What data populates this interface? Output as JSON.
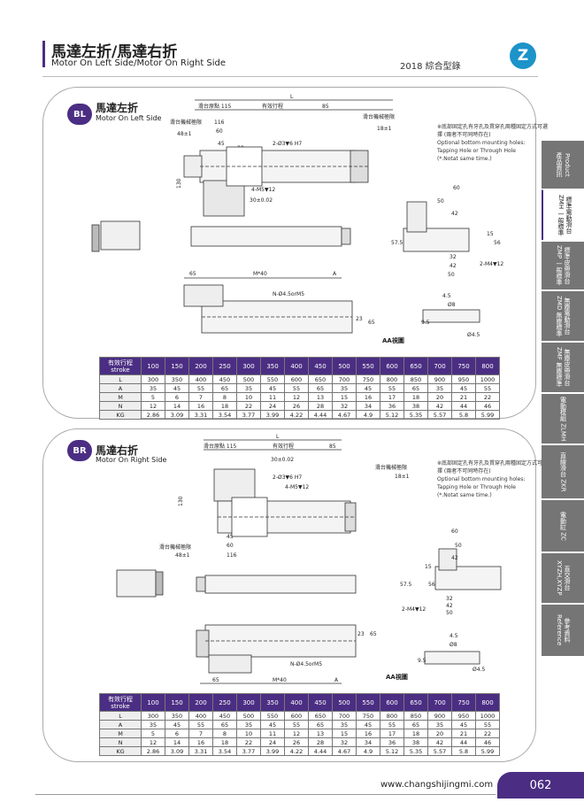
{
  "header": {
    "title_zh": "馬達左折/馬達右折",
    "title_en": "Motor On Left Side/Motor On Right Side",
    "catalog": "2018 綜合型錄",
    "logo_letter": "Z",
    "accent_color": "#4b2e83"
  },
  "bl": {
    "badge": "BL",
    "title_zh": "馬達左折",
    "title_en": "Motor On Left Side",
    "note_zh": "※底部固定孔有牙孔及貫穿孔兩種固定方式可選擇 (兩者不可同時存在)",
    "note_en1": "Optional bottom mounting holes:",
    "note_en2": "Tapping Hole or Through Hole",
    "note_en3": "(*.Notat same time.)",
    "aa_label": "AA視圖"
  },
  "br": {
    "badge": "BR",
    "title_zh": "馬達右折",
    "title_en": "Motor On Right Side",
    "note_zh": "※底部固定孔有牙孔及貫穿孔兩種固定方式可選擇 (兩者不可同時存在)",
    "note_en1": "Optional bottom mounting holes:",
    "note_en2": "Tapping Hole or Through Hole",
    "note_en3": "(*.Notat same time.)",
    "aa_label": "AA視圖"
  },
  "dims": {
    "L": "L",
    "home": "滑台原點 115",
    "effective": "有效行程",
    "d85": "85",
    "limit": "滑台機械極限",
    "d18": "18±1",
    "d48": "48±1",
    "d116": "116",
    "d60": "60",
    "d45": "45",
    "d20": "20",
    "dowel": "2-Ø3▼6 H7",
    "m5": "4-M5▼12",
    "d30": "30±0.02",
    "d130": "130",
    "d65": "65",
    "m40": "M*40",
    "A": "A",
    "holes": "N-Ø4.5orM5",
    "d23": "23",
    "d65b": "65",
    "side60": "60",
    "side50": "50",
    "side42": "42",
    "side15": "15",
    "side56": "56",
    "side575": "57.5",
    "side32": "32",
    "side42b": "42",
    "side50b": "50",
    "m4": "2-M4▼12",
    "aa45": "4.5",
    "aa8": "Ø8",
    "aa95": "9.5",
    "aa45b": "Ø4.5"
  },
  "spec": {
    "head_zh": "有效行程",
    "head_en": "stroke",
    "strokes": [
      "100",
      "150",
      "200",
      "250",
      "300",
      "350",
      "400",
      "450",
      "500",
      "550",
      "600",
      "650",
      "700",
      "750",
      "800"
    ],
    "rows": [
      {
        "label": "L",
        "values": [
          "300",
          "350",
          "400",
          "450",
          "500",
          "550",
          "600",
          "650",
          "700",
          "750",
          "800",
          "850",
          "900",
          "950",
          "1000"
        ]
      },
      {
        "label": "A",
        "values": [
          "35",
          "45",
          "55",
          "65",
          "35",
          "45",
          "55",
          "65",
          "35",
          "45",
          "55",
          "65",
          "35",
          "45",
          "55"
        ]
      },
      {
        "label": "M",
        "values": [
          "5",
          "6",
          "7",
          "8",
          "10",
          "11",
          "12",
          "13",
          "15",
          "16",
          "17",
          "18",
          "20",
          "21",
          "22"
        ]
      },
      {
        "label": "N",
        "values": [
          "12",
          "14",
          "16",
          "18",
          "22",
          "24",
          "26",
          "28",
          "32",
          "34",
          "36",
          "38",
          "42",
          "44",
          "46"
        ]
      },
      {
        "label": "KG",
        "values": [
          "2.86",
          "3.09",
          "3.31",
          "3.54",
          "3.77",
          "3.99",
          "4.22",
          "4.44",
          "4.67",
          "4.9",
          "5.12",
          "5.35",
          "5.57",
          "5.8",
          "5.99"
        ]
      }
    ]
  },
  "tabs": [
    {
      "zh": "產品資訊",
      "en": "Product",
      "active": false
    },
    {
      "zh": "標準電動滑台ZMH 一般標準",
      "active": true
    },
    {
      "zh": "標準皮帶滑台ZMP 一般標準",
      "active": false
    },
    {
      "zh": "無塵電動滑台ZMD 無塵標準",
      "active": false
    },
    {
      "zh": "無塵皮帶滑台ZMF 無塵標準",
      "active": false
    },
    {
      "zh": "電動模組 ZLMH",
      "active": false
    },
    {
      "zh": "直線滑台 ZKR",
      "active": false
    },
    {
      "zh": "電動缸 ZC",
      "active": false
    },
    {
      "zh": "直交滑台 XYZH,XYZP",
      "active": false
    },
    {
      "zh": "參考資料 Reference",
      "active": false
    }
  ],
  "footer": {
    "url": "www.changshijingmi.com",
    "page": "062"
  }
}
